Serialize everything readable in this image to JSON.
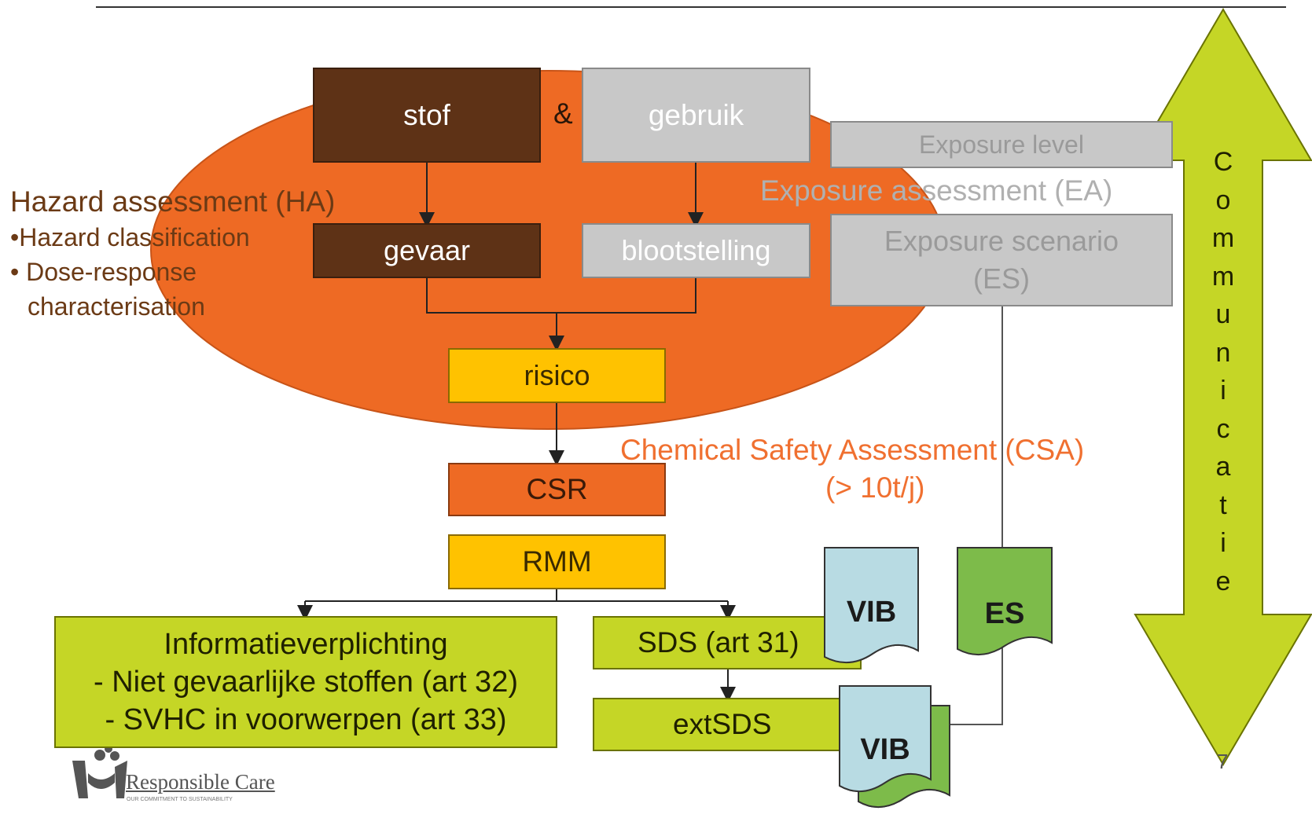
{
  "nodes": {
    "stof": "stof",
    "ampersand": "&",
    "gebruik": "gebruik",
    "gevaar": "gevaar",
    "blootstelling": "blootstelling",
    "risico": "risico",
    "csr": "CSR",
    "rmm": "RMM",
    "sds": "SDS (art 31)",
    "extsds": "extSDS",
    "exposure_level": "Exposure level",
    "exposure_scenario_line1": "Exposure scenario",
    "exposure_scenario_line2": "(ES)"
  },
  "labels": {
    "hazard_title": "Hazard assessment (HA)",
    "hazard_item1": "•Hazard classification",
    "hazard_item2": "• Dose-response",
    "hazard_item3": "characterisation",
    "exposure_assessment": "Exposure assessment (EA)",
    "csa_line1": "Chemical Safety Assessment (CSA)",
    "csa_line2": "(> 10t/j)"
  },
  "info_box": {
    "line1": "Informatieverplichting",
    "line2": "- Niet gevaarlijke stoffen (art 32)",
    "line3": "- SVHC in voorwerpen (art 33)"
  },
  "documents": {
    "vib_top": "VIB",
    "es": "ES",
    "vib_bottom": "VIB"
  },
  "communicatie": [
    "C",
    "o",
    "m",
    "m",
    "u",
    "n",
    "i",
    "c",
    "a",
    "t",
    "i",
    "e"
  ],
  "logo": {
    "name": "Responsible Care",
    "tagline": "OUR COMMITMENT TO SUSTAINABILITY"
  },
  "page_number": "7",
  "colors": {
    "ellipse": "#ee6a24",
    "dark_brown": "#5e3216",
    "grey": "#c8c8c8",
    "yellow": "#ffc200",
    "lime": "#c5d626",
    "doc_blue": "#b8dbe3",
    "doc_green": "#7dbb4a",
    "hazard_text": "#6b3a15",
    "csa_text": "#f07030"
  }
}
